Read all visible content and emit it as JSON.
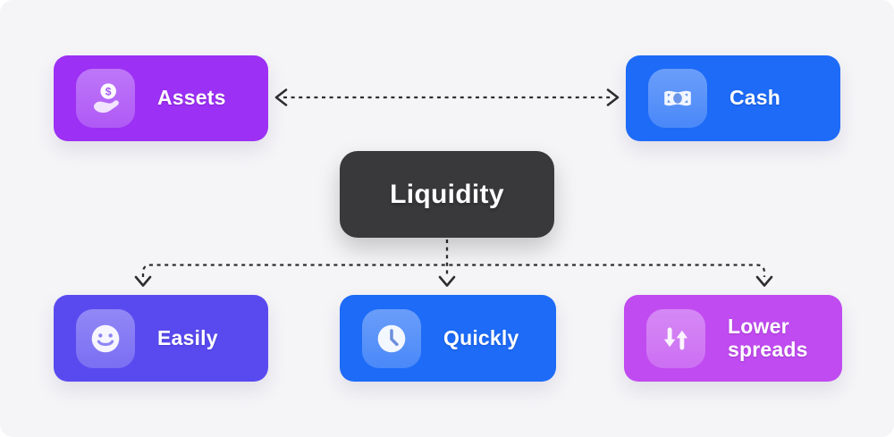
{
  "diagram": {
    "background": "#F5F5F7",
    "connector_color": "#2E2E30",
    "center_node": {
      "label": "Liquidity",
      "bg": "#39393B",
      "text_color": "#FFFFFF"
    },
    "nodes": {
      "assets": {
        "label": "Assets",
        "icon": "hand-coin-icon",
        "bg": "#9C30F4"
      },
      "cash": {
        "label": "Cash",
        "icon": "banknote-icon",
        "bg": "#1D6BF7"
      },
      "easily": {
        "label": "Easily",
        "icon": "smiley-face-icon",
        "bg": "#594AF0"
      },
      "quickly": {
        "label": "Quickly",
        "icon": "clock-icon",
        "bg": "#1D6BF7"
      },
      "lower_spreads": {
        "label": "Lower spreads",
        "icon": "swap-vertical-arrows-icon",
        "bg": "#C04BF0"
      }
    },
    "connections": [
      {
        "from": "Assets",
        "to": "Cash",
        "style": "dashed",
        "type": "bidirectional-arrow"
      },
      {
        "from": "Liquidity",
        "to": "Easily",
        "style": "dashed",
        "type": "arrow"
      },
      {
        "from": "Liquidity",
        "to": "Quickly",
        "style": "dashed",
        "type": "arrow"
      },
      {
        "from": "Liquidity",
        "to": "Lower spreads",
        "style": "dashed",
        "type": "arrow"
      }
    ]
  }
}
